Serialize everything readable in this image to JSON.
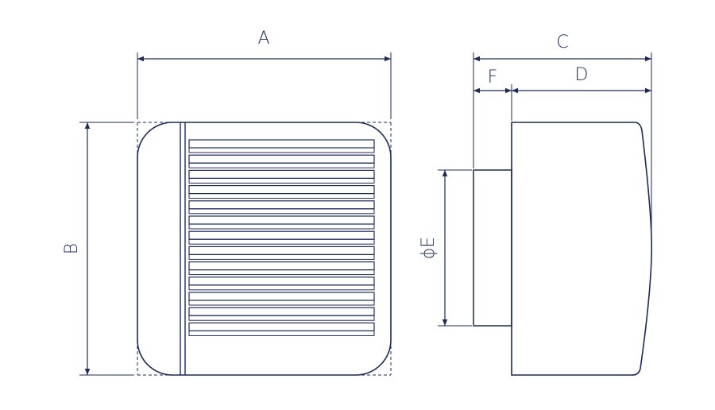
{
  "colors": {
    "ink": "#1c2a5c",
    "background": "#ffffff"
  },
  "dimensions": {
    "A": "A",
    "B": "B",
    "C": "C",
    "D": "D",
    "E": "ϕE",
    "F": "F"
  },
  "grille": {
    "slat_count": 13
  }
}
